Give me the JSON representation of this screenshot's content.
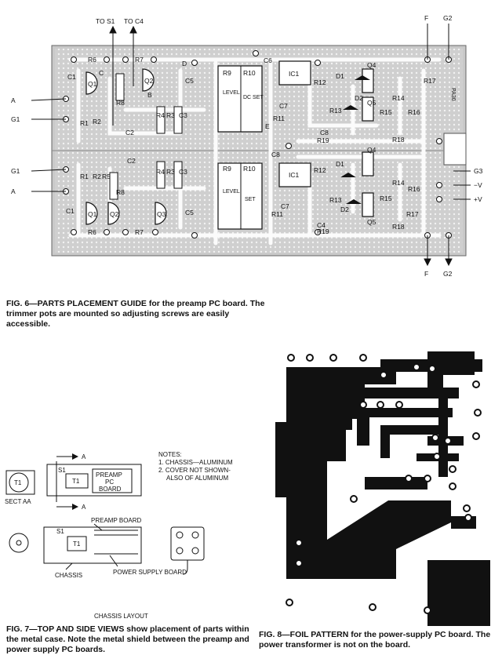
{
  "fig6": {
    "caption_head": "FIG. 6—PARTS PLACEMENT GUIDE",
    "caption_body": " for the preamp PC board. The trimmer pots are mounted so adjusting screws are easily accessible.",
    "top_leads": [
      "TO S1",
      "TO C4"
    ],
    "edge_left": [
      "A",
      "G1",
      "G1",
      "A"
    ],
    "edge_right_top": [
      "F",
      "G2"
    ],
    "edge_right": [
      "G3",
      "−V",
      "+V"
    ],
    "edge_bottom": [
      "F",
      "G2"
    ],
    "parts_top": [
      "R6",
      "R7",
      "C1",
      "Q1",
      "Q2",
      "R8",
      "R1",
      "R2",
      "R3",
      "R4",
      "C2",
      "C3",
      "C5",
      "C6",
      "D",
      "E",
      "B",
      "C",
      "R9",
      "R10",
      "LEVEL",
      "DC SET",
      "IC1",
      "C7",
      "R11",
      "R12",
      "R13",
      "D1",
      "D2",
      "Q4",
      "Q5",
      "R14",
      "R15",
      "R16",
      "R17",
      "R18",
      "R19",
      "C8",
      "PA30"
    ],
    "parts_bottom": [
      "R1",
      "R2",
      "R3",
      "R4",
      "R5",
      "R8",
      "C1",
      "C2",
      "C3",
      "C5",
      "Q1",
      "Q2",
      "Q3",
      "R6",
      "R7",
      "R9",
      "R10",
      "LEVEL",
      "SET",
      "IC1",
      "C7",
      "R11",
      "R12",
      "R13",
      "D1",
      "D2",
      "Q4",
      "Q5",
      "R14",
      "R15",
      "R16",
      "R17",
      "R18",
      "R19",
      "C4",
      "C8"
    ]
  },
  "fig7": {
    "caption_head": "FIG. 7—TOP AND SIDE VIEWS",
    "caption_body": " show placement of parts within the metal case. Note the metal shield between the preamp and power supply PC boards.",
    "notes_title": "NOTES:",
    "note1": "1. CHASSIS—ALUMINUM",
    "note2a": "2. COVER NOT SHOWN-",
    "note2b": "ALSO OF ALUMINUM",
    "sect_label": "SECT AA",
    "t1": "T1",
    "s1": "S1",
    "arrow_a": "A",
    "preamp_pc_board": [
      "PREAMP",
      "PC",
      "BOARD"
    ],
    "preamp_board": "PREAMP BOARD",
    "chassis": "CHASSIS",
    "power_supply_board": "POWER SUPPLY BOARD",
    "layout_title": "CHASSIS LAYOUT"
  },
  "fig8": {
    "caption_head": "FIG. 8—FOIL PATTERN",
    "caption_body": " for the power-supply PC board. The power transformer is not on the board."
  }
}
